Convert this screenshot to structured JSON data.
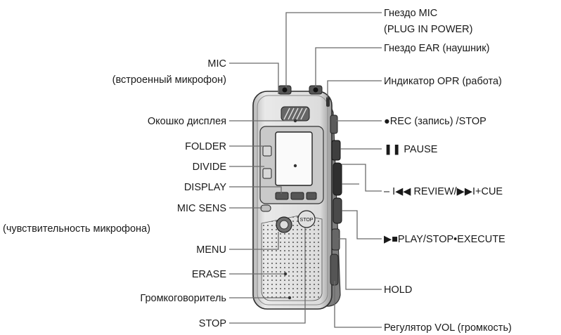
{
  "labels": {
    "mic_jack_1": "Гнездо MIC",
    "mic_jack_2": "(PLUG IN POWER)",
    "ear_jack": "Гнездо EAR (наушник)",
    "opr": "Индикатор OPR (работа)",
    "rec": "●REC (запись) /STOP",
    "pause": "❚❚ PAUSE",
    "review": "– I◀◀ REVIEW/▶▶I+CUE",
    "play": "▶■PLAY/STOP•EXECUTE",
    "hold": "HOLD",
    "vol": "Регулятор VOL (громкость)",
    "mic_builtin_1": "MIC",
    "mic_builtin_2": "(встроенный микрофон)",
    "display_window": "Окошко дисплея",
    "folder": "FOLDER",
    "divide": "DIVIDE",
    "display": "DISPLAY",
    "mic_sens": "MIC SENS",
    "mic_sens_sub": "(чувствительность микрофона)",
    "menu": "MENU",
    "erase": "ERASE",
    "speaker": "Громкоговоритель",
    "stop": "STOP"
  },
  "device": {
    "stop_button_text": "STOP"
  }
}
